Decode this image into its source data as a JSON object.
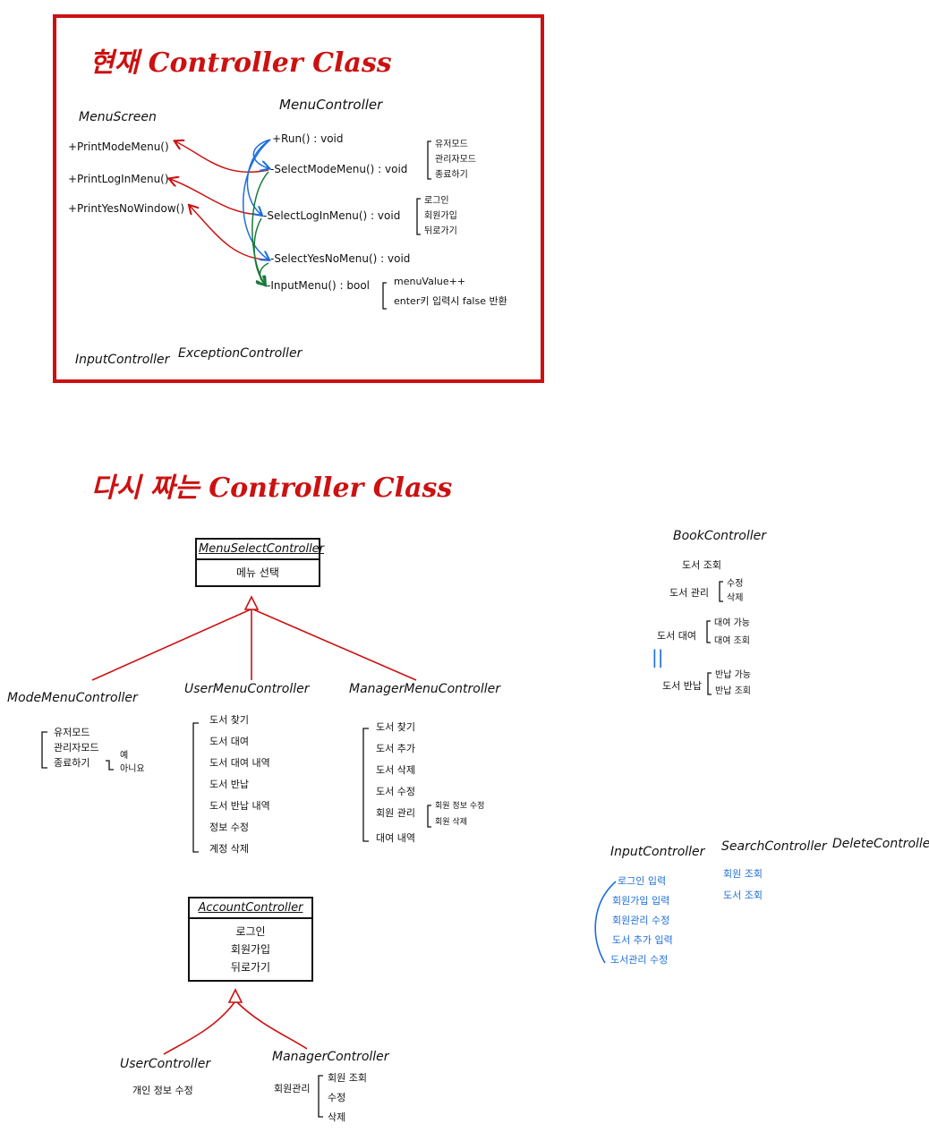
{
  "top": {
    "title": "현재 Controller Class",
    "menu_screen": {
      "title": "MenuScreen",
      "items": [
        "+PrintModeMenu()",
        "+PrintLogInMenu()",
        "+PrintYesNoWindow()"
      ]
    },
    "menu_controller": {
      "title": "MenuController",
      "items": [
        "+Run() : void",
        "-SelectModeMenu() : void",
        "-SelectLogInMenu() : void",
        "-SelectYesNoMenu() : void",
        "-InputMenu() : bool"
      ],
      "mode_options": [
        "유저모드",
        "관리자모드",
        "종료하기"
      ],
      "login_options": [
        "로그인",
        "회원가입",
        "뒤로가기"
      ],
      "input_notes": [
        "menuValue++",
        "enter키 입력시 false 반환"
      ]
    },
    "bottom_labels": [
      "InputController",
      "ExceptionController"
    ]
  },
  "bottom": {
    "title": "다시 짜는 Controller Class",
    "menu_select": {
      "title": "MenuSelectController",
      "body": "메뉴 선택"
    },
    "mode_menu": {
      "title": "ModeMenuController",
      "items": [
        "유저모드",
        "관리자모드",
        "종료하기"
      ],
      "yes_no": [
        "예",
        "아니요"
      ]
    },
    "user_menu": {
      "title": "UserMenuController",
      "items": [
        "도서 찾기",
        "도서 대여",
        "도서 대여 내역",
        "도서 반납",
        "도서 반납 내역",
        "정보 수정",
        "계정 삭제"
      ]
    },
    "manager_menu": {
      "title": "ManagerMenuController",
      "items": [
        "도서 찾기",
        "도서 추가",
        "도서 삭제",
        "도서 수정",
        "회원 관리",
        "대여 내역"
      ],
      "member_sub": [
        "회원 정보 수정",
        "회원 삭제"
      ]
    },
    "account": {
      "title": "AccountController",
      "items": [
        "로그인",
        "회원가입",
        "뒤로가기"
      ]
    },
    "user_ctrl": {
      "title": "UserController",
      "desc": "개인 정보 수정"
    },
    "manager_ctrl": {
      "title": "ManagerController",
      "label": "회원관리",
      "items": [
        "회원 조회",
        "수정",
        "삭제"
      ]
    },
    "book": {
      "title": "BookController",
      "search": "도서 조회",
      "manage": "도서 관리",
      "manage_items": [
        "수정",
        "삭제"
      ],
      "rent": "도서 대여",
      "rent_items": [
        "대여 가능",
        "대여 조회"
      ],
      "ret": "도서 반납",
      "ret_items": [
        "반납 가능",
        "반납 조회"
      ],
      "mark": "||"
    },
    "input_ctrl": {
      "title": "InputController",
      "items": [
        "로그인 입력",
        "회원가입 입력",
        "회원관리 수정",
        "도서 추가 입력",
        "도서관리 수정"
      ]
    },
    "search_ctrl": {
      "title": "SearchController",
      "items": [
        "회원 조회",
        "도서 조회"
      ]
    },
    "delete_ctrl": {
      "title": "DeleteController"
    }
  },
  "colors": {
    "red": "#cc1111",
    "blue": "#1e6fd9",
    "green": "#1a7a3a",
    "ink": "#111111"
  }
}
